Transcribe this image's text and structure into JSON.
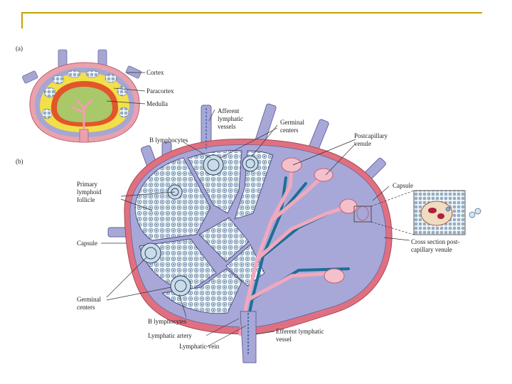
{
  "slide": {
    "accent_color": "#c8a000"
  },
  "panel_a": {
    "tag": "(a)",
    "labels": {
      "cortex": "Cortex",
      "paracortex": "Paracortex",
      "medulla": "Medulla"
    },
    "colors": {
      "cortex": "#f1e04a",
      "paracortex": "#e2562a",
      "medulla": "#a8c86a",
      "capsule": "#e9a2ad",
      "vessel": "#a7a6d2"
    }
  },
  "panel_b": {
    "tag": "(b)",
    "labels": {
      "afferent_lymphatic_vessels": [
        "Afferent",
        "lymphatic",
        "vessels"
      ],
      "germinal_centers_top": [
        "Germinal",
        "centers"
      ],
      "b_lymphocytes_top": "B lymphocytes",
      "postcapillary_venule": [
        "Postcapillary",
        "venule"
      ],
      "primary_lymphoid_follicle": [
        "Primary",
        "lymphoid",
        "follicle"
      ],
      "capsule_right": "Capsule",
      "capsule_left": "Capsule",
      "cross_section": [
        "Cross section post-",
        "capillary venule"
      ],
      "germinal_centers_bottom": [
        "Germinal",
        "centers"
      ],
      "b_lymphocytes_bottom": "B lymphocytes",
      "lymphatic_artery": "Lymphatic artery",
      "lymphatic_vein": "Lymphatic vein",
      "efferent_lymphatic_vessel": [
        "Efferent lymphatic",
        "vessel"
      ]
    },
    "colors": {
      "node_fill": "#a8a8d8",
      "capsule": "#e07080",
      "artery": "#f2a8bc",
      "vein": "#1e6e96",
      "cells": "#d8ecf2"
    }
  }
}
